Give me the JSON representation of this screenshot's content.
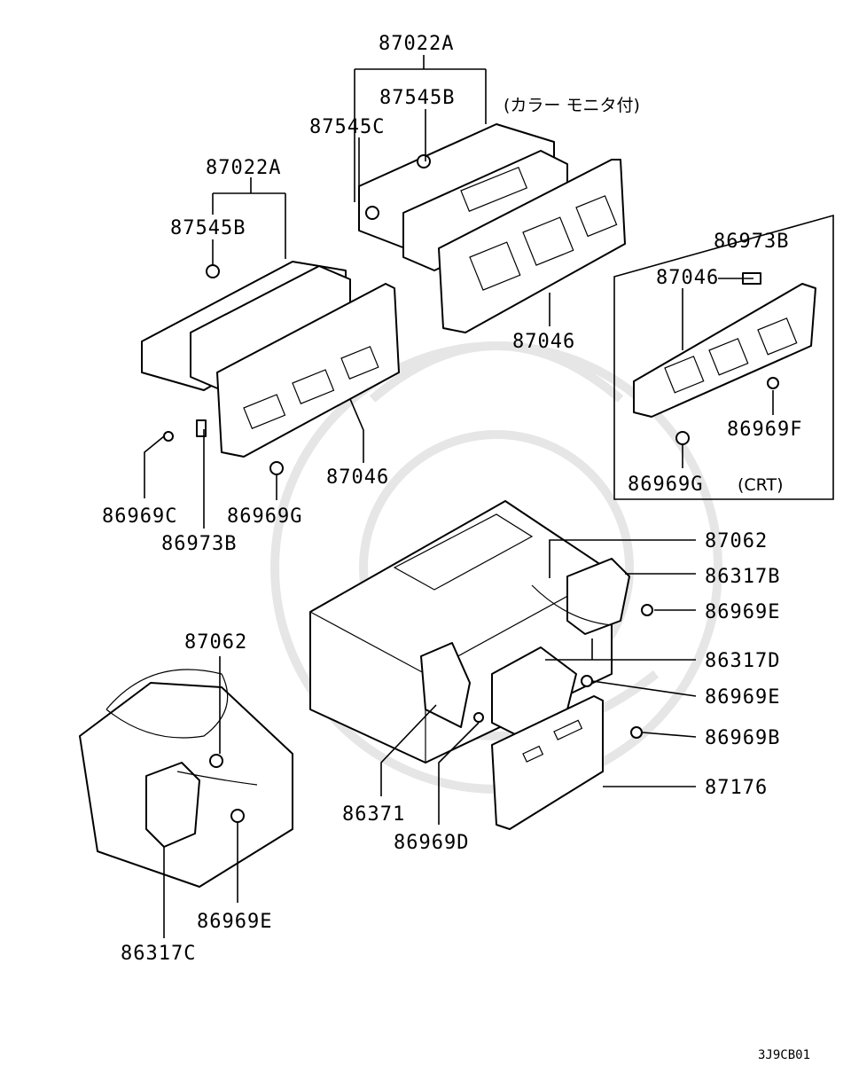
{
  "diagram": {
    "note_color_monitor": "(カラー モニタ付)",
    "note_crt": "(CRT)",
    "drawing_code": "3J9CB01",
    "labels": {
      "upper_87022A": "87022A",
      "upper_87545B": "87545B",
      "upper_87545C": "87545C",
      "upper_87046": "87046",
      "left_87022A": "87022A",
      "left_87545B": "87545B",
      "left_87046": "87046",
      "left_86969C": "86969C",
      "left_86973B": "86973B",
      "left_86969G": "86969G",
      "crt_86973B": "86973B",
      "crt_87046": "87046",
      "crt_86969F": "86969F",
      "crt_86969G": "86969G",
      "r_87062": "87062",
      "r_86317B": "86317B",
      "r_86969E_1": "86969E",
      "r_86317D": "86317D",
      "r_86969E_2": "86969E",
      "r_86969B": "86969B",
      "r_87176": "87176",
      "mid_86371": "86371",
      "mid_86969D": "86969D",
      "bl_87062": "87062",
      "bl_86969E": "86969E",
      "bl_86317C": "86317C"
    }
  }
}
